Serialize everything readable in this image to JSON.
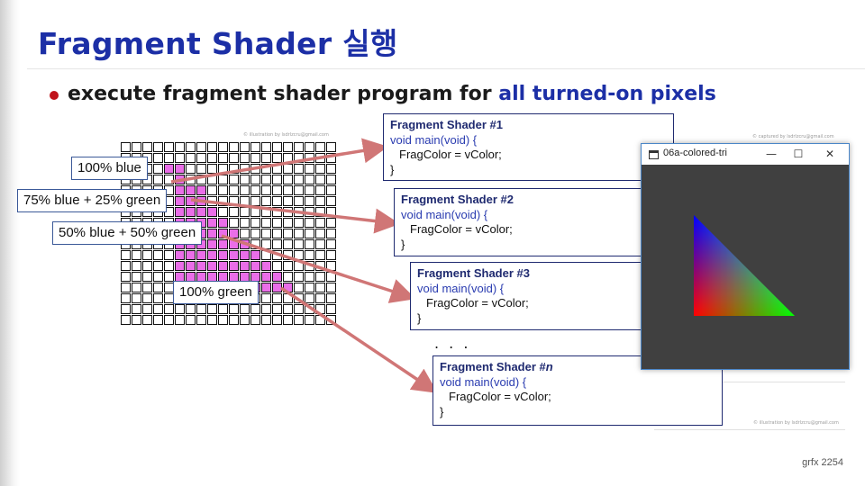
{
  "title": "Fragment Shader 실행",
  "bullet": {
    "text": "execute fragment shader program for ",
    "highlight": "all turned-on pixels"
  },
  "credits": {
    "illustration": "© illustration by lsdrlzcru@gmail.com",
    "captured": "© captured by lsdrlzcru@gmail.com"
  },
  "labels": {
    "blue": "100% blue",
    "mix75": "75% blue + 25% green",
    "mix50": "50% blue + 50% green",
    "green": "100% green"
  },
  "shaders": [
    {
      "title": "Fragment Shader #1",
      "line1": "void main(void) {",
      "line2": "FragColor = vColor;",
      "line3": "}"
    },
    {
      "title": "Fragment Shader #2",
      "line1": "void main(void) {",
      "line2": "FragColor = vColor;",
      "line3": "}"
    },
    {
      "title": "Fragment Shader #3",
      "line1": "void main(void) {",
      "line2": "FragColor = vColor;",
      "line3": "}"
    },
    {
      "title": "Fragment Shader #",
      "title_italic": "n",
      "line1": "void main(void) {",
      "line2": "FragColor = vColor;",
      "line3": "}"
    }
  ],
  "ellipsis": ". . .",
  "window": {
    "title": "06a-colored-tri",
    "minimize": "—",
    "maximize": "☐",
    "close": "✕"
  },
  "footer": "grfx 2254",
  "colors": {
    "title": "#1c2fa6",
    "bullet": "#c0141b",
    "pixel_on": "#ea6ee8",
    "arrow": "#d07676",
    "box_border": "#1f2a70"
  }
}
